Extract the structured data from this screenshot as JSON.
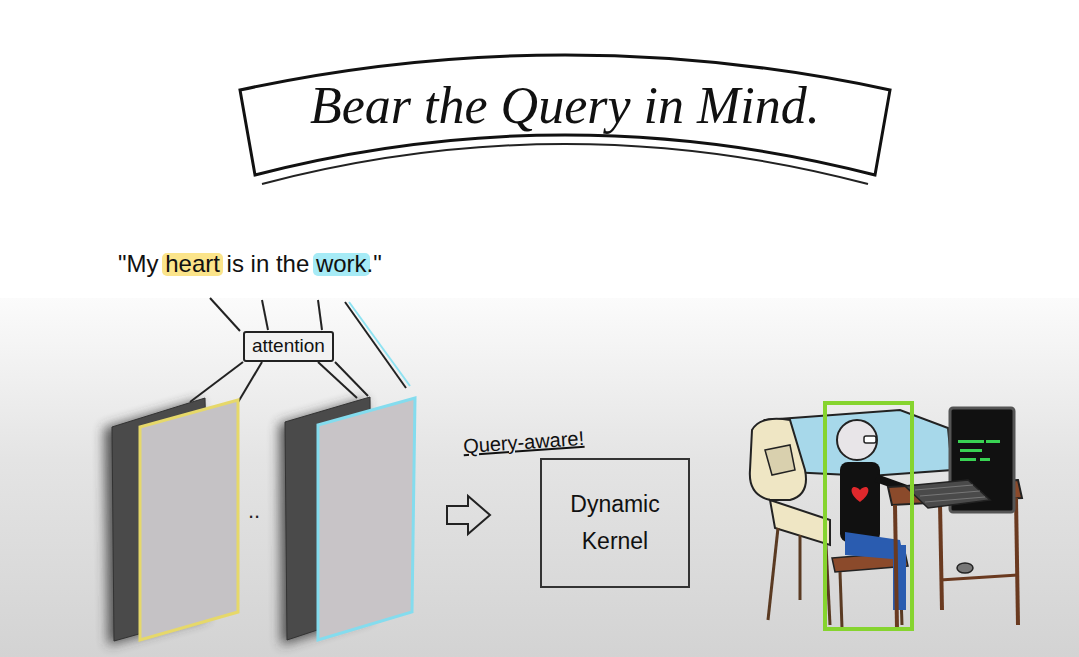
{
  "diagram": {
    "title": "Bear the Query in Mind.",
    "nodes": [
      {
        "text": [
          "attention"
        ]
      },
      {
        "text": [
          "Query-aware!",
          "Dynamic Kernel"
        ]
      }
    ],
    "labels": [
      "\"My heart is in the work.\"",
      ".."
    ]
  }
}
